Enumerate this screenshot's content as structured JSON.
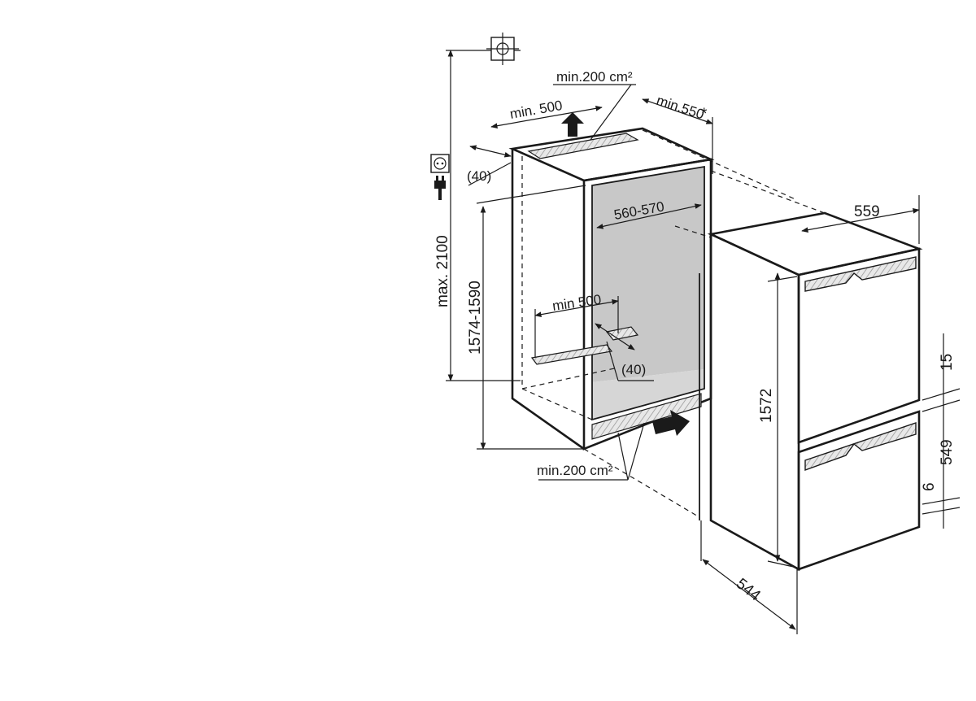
{
  "labels": {
    "vent_top_area": "min.200 cm²",
    "vent_top_width": "min. 500",
    "depth_top": "min.550",
    "depth_top_mark": "*",
    "rear_gap_top": "(40)",
    "max_height": "max. 2100",
    "niche_height": "1574-1590",
    "niche_width": "560-570",
    "vent_bottom_width": "min 500",
    "rear_gap_bottom": "(40)",
    "vent_bottom_area": "min.200 cm²",
    "appliance_width": "559",
    "appliance_height": "1572",
    "appliance_depth": "544",
    "door_gap": "15",
    "lower_door_height": "549",
    "bottom_gap": "6"
  },
  "icons": {
    "top_icon": "plumb-target-icon",
    "socket_icon": "power-socket-icon",
    "plug_icon": "power-plug-icon"
  }
}
